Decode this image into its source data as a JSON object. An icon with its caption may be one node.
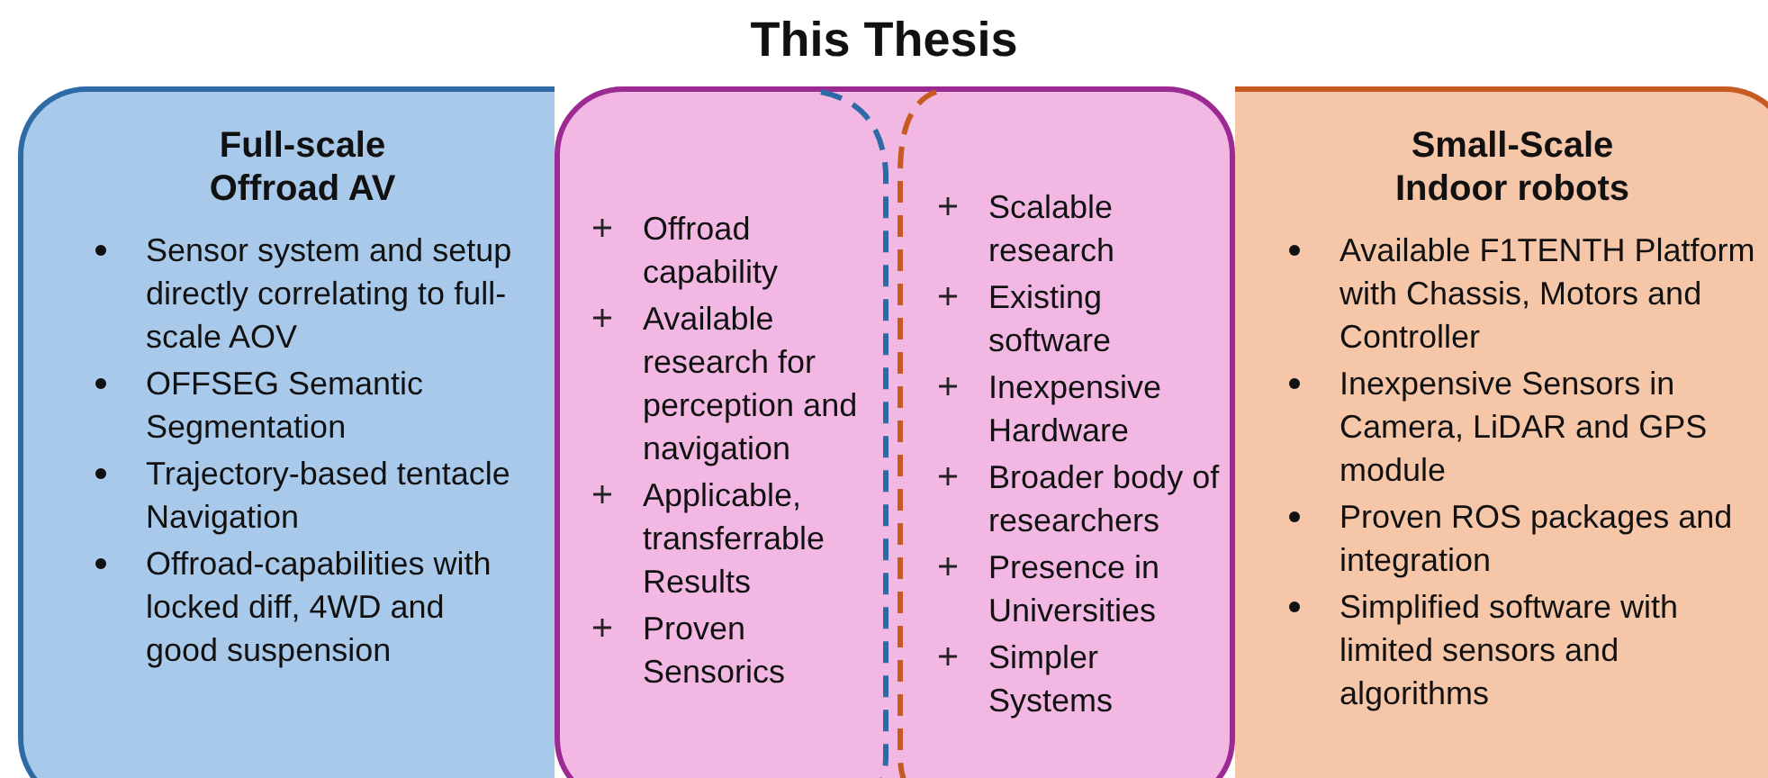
{
  "diagram": {
    "title": "This Thesis",
    "nodes": [
      {
        "text": [
          "Full-scale Offroad AV",
          "Sensor system and setup directly correlating to full-scale AOV",
          "OFFSEG Semantic Segmentation",
          "Trajectory-based tentacle Navigation",
          "Offroad-capabilities with locked diff, 4WD and good suspension"
        ]
      },
      {
        "text": [
          "Offroad capability",
          "Available research for perception and navigation",
          "Applicable, transferrable Results",
          "Proven Sensorics",
          "Scalable research",
          "Existing software",
          "Inexpensive Hardware",
          "Broader body of researchers",
          "Presence in Universities",
          "Simpler Systems"
        ]
      },
      {
        "text": [
          "Small-Scale Indoor robots",
          "Available F1TENTH Platform with Chassis, Motors and Controller",
          "Inexpensive Sensors in Camera, LiDAR and GPS module",
          "Proven ROS packages and integration",
          "Simplified software with limited sensors and algorithms"
        ]
      }
    ]
  }
}
